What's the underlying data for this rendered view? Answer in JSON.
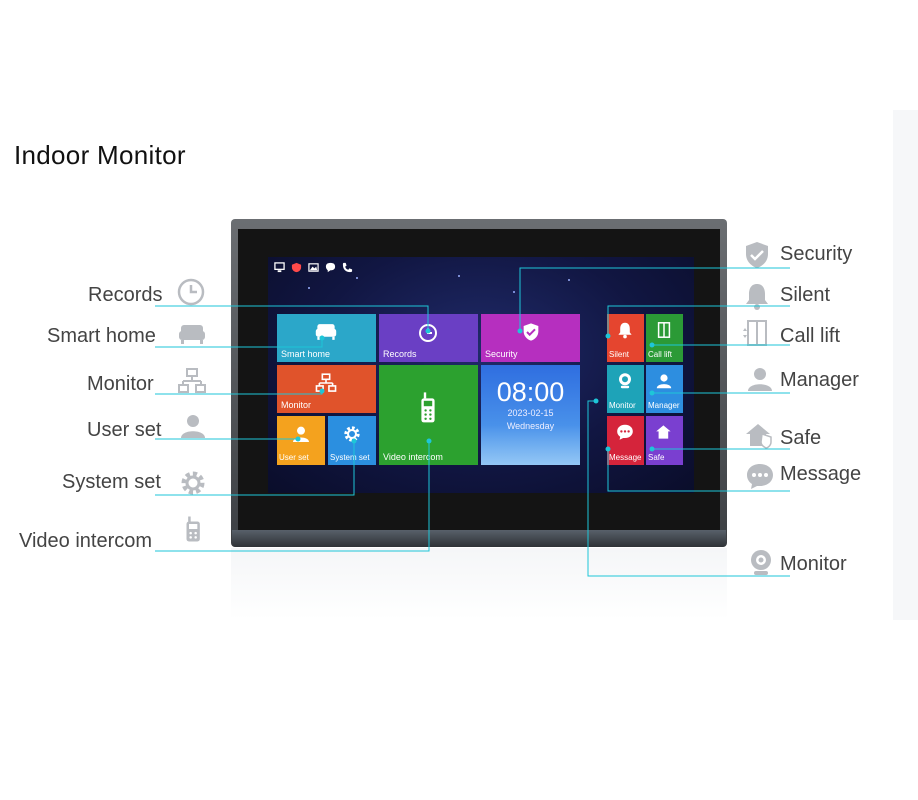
{
  "title": "Indoor Monitor",
  "left_labels": [
    {
      "text": "Records",
      "icon": "clock-icon"
    },
    {
      "text": "Smart home",
      "icon": "sofa-icon"
    },
    {
      "text": "Monitor",
      "icon": "network-icon"
    },
    {
      "text": "User set",
      "icon": "user-icon"
    },
    {
      "text": "System set",
      "icon": "gear-icon"
    },
    {
      "text": "Video intercom",
      "icon": "intercom-handset-icon"
    }
  ],
  "right_labels": [
    {
      "text": "Security",
      "icon": "shield-check-icon"
    },
    {
      "text": "Silent",
      "icon": "bell-icon"
    },
    {
      "text": "Call lift",
      "icon": "elevator-icon"
    },
    {
      "text": "Manager",
      "icon": "user-icon"
    },
    {
      "text": "Safe",
      "icon": "home-shield-icon"
    },
    {
      "text": "Message",
      "icon": "chat-bubble-icon"
    },
    {
      "text": "Monitor",
      "icon": "camera-icon"
    }
  ],
  "screen": {
    "status_icons": [
      "monitor-icon",
      "shield-icon",
      "image-icon",
      "chat-icon",
      "phone-icon"
    ],
    "tiles": {
      "smart_home": {
        "label": "Smart home",
        "color": "#2ba7c9"
      },
      "records": {
        "label": "Records",
        "color": "#6a3fc4"
      },
      "security": {
        "label": "Security",
        "color": "#b62fbf"
      },
      "monitor": {
        "label": "Monitor",
        "color": "#e0532b"
      },
      "video_intercom": {
        "label": "Video intercom",
        "color": "#2ca12f"
      },
      "user_set": {
        "label": "User set",
        "color": "#f4a21e"
      },
      "system_set": {
        "label": "System set",
        "color": "#2b8fe0"
      },
      "silent": {
        "label": "Silent",
        "color": "#e5452f"
      },
      "call_lift": {
        "label": "Call lift",
        "color": "#2b9a36"
      },
      "monitor_small": {
        "label": "Monitor",
        "color": "#1ea3b8"
      },
      "manager": {
        "label": "Manager",
        "color": "#2d8ee0"
      },
      "message": {
        "label": "Message",
        "color": "#d5243b"
      },
      "safe": {
        "label": "Safe",
        "color": "#7a3fd0"
      }
    },
    "clock": {
      "time": "08:00",
      "date": "2023-02-15",
      "weekday": "Wednesday"
    }
  },
  "colors": {
    "leader_line": "#1ec6d8",
    "legend_icon": "#b9bcc1"
  }
}
